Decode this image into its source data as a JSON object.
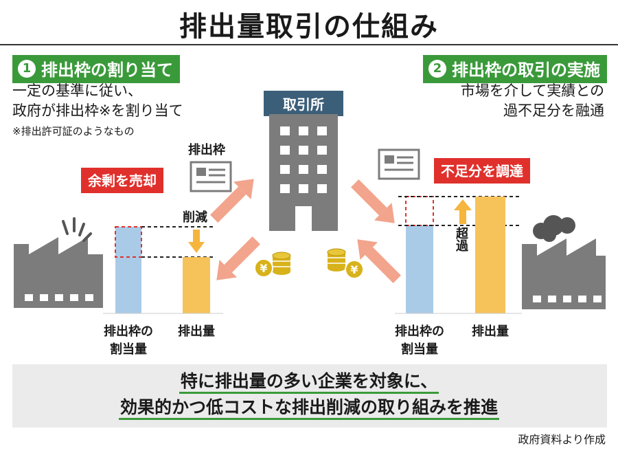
{
  "title": "排出量取引の仕組み",
  "step1": {
    "num": "1",
    "label": "排出枠の割り当て",
    "desc_line1": "一定の基準に従い、",
    "desc_line2": "政府が排出枠※を割り当て",
    "note": "※排出許可証のようなもの"
  },
  "step2": {
    "num": "2",
    "label": "排出枠の取引の実施",
    "desc_line1": "市場を介して実績との",
    "desc_line2": "過不足分を融通"
  },
  "exchange_label": "取引所",
  "permit_label": "排出枠",
  "surplus_label": "余剰を売却",
  "shortage_label": "不足分を調達",
  "reduction_label": "削減",
  "excess_label": "超過",
  "left_chart": {
    "allocation_label_line1": "排出枠の",
    "allocation_label_line2": "割当量",
    "emission_label": "排出量"
  },
  "right_chart": {
    "allocation_label_line1": "排出枠の",
    "allocation_label_line2": "割当量",
    "emission_label": "排出量"
  },
  "yen_symbol": "¥",
  "bottom": {
    "line1": "特に排出量の多い企業を対象に、",
    "line2": "効果的かつ低コストな排出削減の取り組みを推進"
  },
  "source": "政府資料より作成",
  "colors": {
    "green": "#3a9a3a",
    "red": "#e0302c",
    "navy": "#3c5f79",
    "blue_bar": "#aacbe8",
    "orange_bar": "#f6c35a",
    "gray": "#7c7c7c",
    "salmon": "#f2a48c",
    "coin": "#d8b21a"
  }
}
